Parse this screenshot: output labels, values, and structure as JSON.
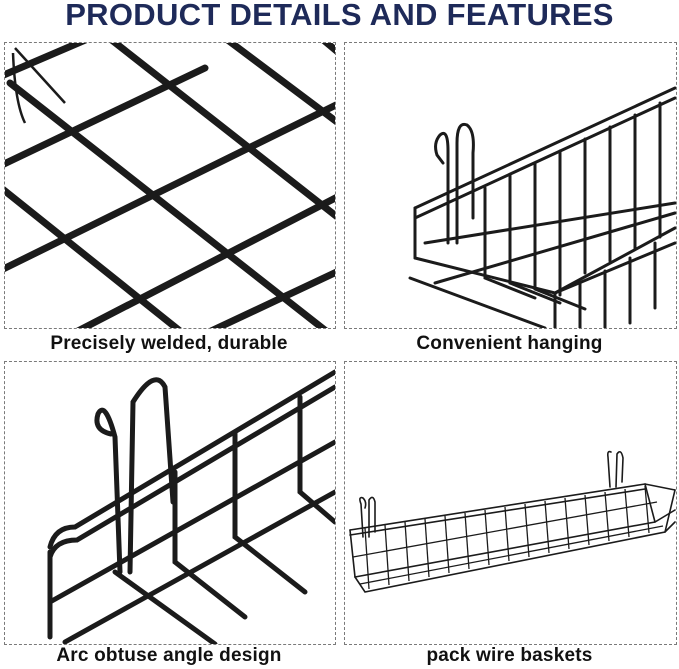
{
  "header": {
    "title": "PRODUCT DETAILS AND FEATURES"
  },
  "panels": [
    {
      "caption": "Precisely welded, durable",
      "image": "wire-grid-closeup"
    },
    {
      "caption": "Convenient hanging",
      "image": "basket-hook-closeup"
    },
    {
      "caption": "Arc obtuse angle design",
      "image": "basket-corner-arc"
    },
    {
      "caption": "pack wire baskets",
      "image": "full-wire-basket"
    }
  ],
  "colors": {
    "heading": "#1e2a59",
    "wire": "#1b1b1b",
    "border": "#7a7a7a"
  }
}
